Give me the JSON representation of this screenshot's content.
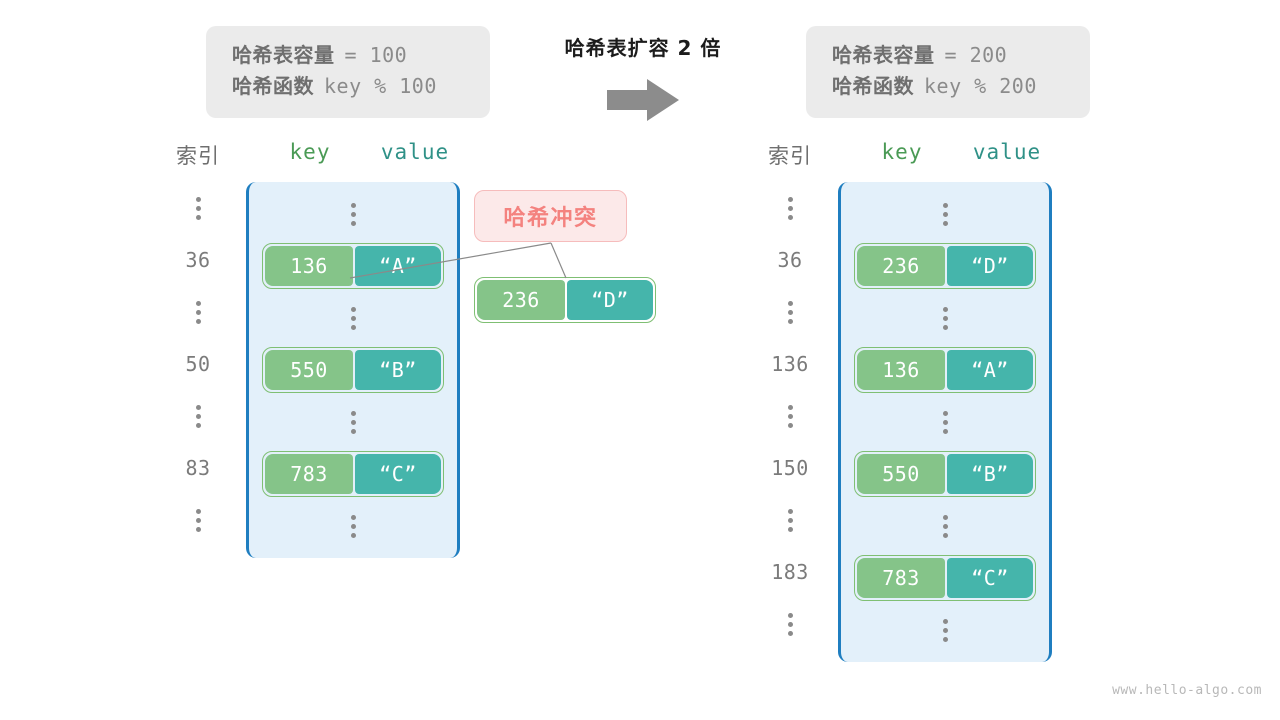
{
  "info_left": {
    "capacity_label": "哈希表容量",
    "capacity_value": "= 100",
    "function_label": "哈希函数",
    "function_value": "key % 100"
  },
  "info_right": {
    "capacity_label": "哈希表容量",
    "capacity_value": "= 200",
    "function_label": "哈希函数",
    "function_value": "key % 200"
  },
  "transform": {
    "caption": "哈希表扩容 2 倍",
    "arrow_icon": "right-arrow-icon"
  },
  "headers": {
    "index": "索引",
    "key": "key",
    "value": "value"
  },
  "collision_badge": {
    "label": "哈希冲突"
  },
  "detached_entry": {
    "key": "236",
    "value": "“D”"
  },
  "table_left": {
    "rows": [
      {
        "index": "⋮",
        "type": "ellipsis"
      },
      {
        "index": "36",
        "type": "entry",
        "key": "136",
        "value": "“A”"
      },
      {
        "index": "⋮",
        "type": "ellipsis"
      },
      {
        "index": "50",
        "type": "entry",
        "key": "550",
        "value": "“B”"
      },
      {
        "index": "⋮",
        "type": "ellipsis"
      },
      {
        "index": "83",
        "type": "entry",
        "key": "783",
        "value": "“C”"
      },
      {
        "index": "⋮",
        "type": "ellipsis"
      }
    ]
  },
  "table_right": {
    "rows": [
      {
        "index": "⋮",
        "type": "ellipsis"
      },
      {
        "index": "36",
        "type": "entry",
        "key": "236",
        "value": "“D”"
      },
      {
        "index": "⋮",
        "type": "ellipsis"
      },
      {
        "index": "136",
        "type": "entry",
        "key": "136",
        "value": "“A”"
      },
      {
        "index": "⋮",
        "type": "ellipsis"
      },
      {
        "index": "150",
        "type": "entry",
        "key": "550",
        "value": "“B”"
      },
      {
        "index": "⋮",
        "type": "ellipsis"
      },
      {
        "index": "183",
        "type": "entry",
        "key": "783",
        "value": "“C”"
      },
      {
        "index": "⋮",
        "type": "ellipsis"
      }
    ]
  },
  "watermark": "www.hello-algo.com",
  "colors": {
    "key_cell": "#85c489",
    "value_cell": "#45b5ab",
    "pair_border": "#7fbf73",
    "table_fill": "#e3f0fa",
    "table_border": "#1f7ec0",
    "badge_bg": "#fce9e9",
    "badge_text": "#f4827f",
    "info_bg": "#ebebeb",
    "arrow": "#8c8c8c"
  }
}
